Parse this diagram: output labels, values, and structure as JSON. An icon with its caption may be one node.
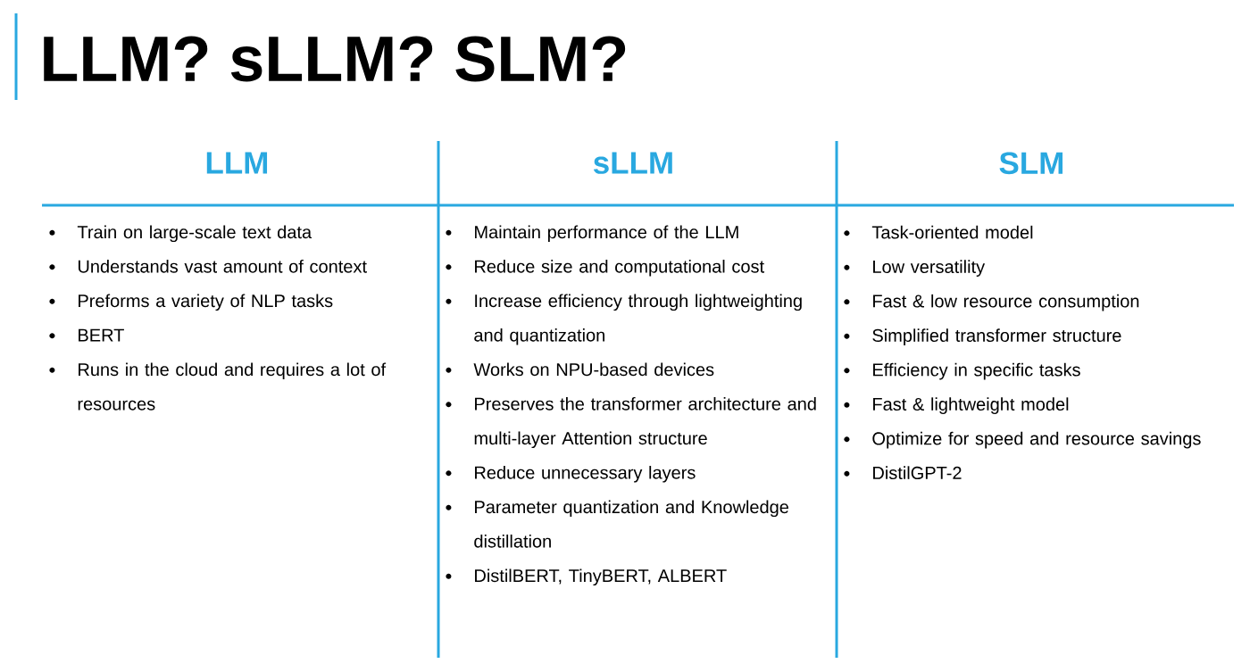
{
  "diagram": {
    "title": "LLM? sLLM? SLM?",
    "nodes": [
      {
        "text": [
          "LLM",
          "Train on large-scale text data",
          "Understands vast amount of context",
          "Preforms a variety of NLP tasks",
          "BERT",
          "Runs in the cloud and requires a lot of resources"
        ]
      },
      {
        "text": [
          "sLLM",
          "Maintain performance of the LLM",
          "Reduce size and computational cost",
          "Increase efficiency through lightweighting and quantization",
          "Works on NPU-based devices",
          "Preserves the transformer architecture and multi-layer Attention structure",
          "Reduce unnecessary layers",
          "Parameter quantization and Knowledge distillation",
          "DistilBERT, TinyBERT, ALBERT"
        ]
      },
      {
        "text": [
          "SLM",
          "Task-oriented model",
          "Low versatility",
          "Fast & low resource consumption",
          "Simplified transformer structure",
          "Efficiency in specific tasks",
          "Fast & lightweight model",
          "Optimize for speed and resource savings",
          "DistilGPT-2"
        ]
      }
    ]
  }
}
